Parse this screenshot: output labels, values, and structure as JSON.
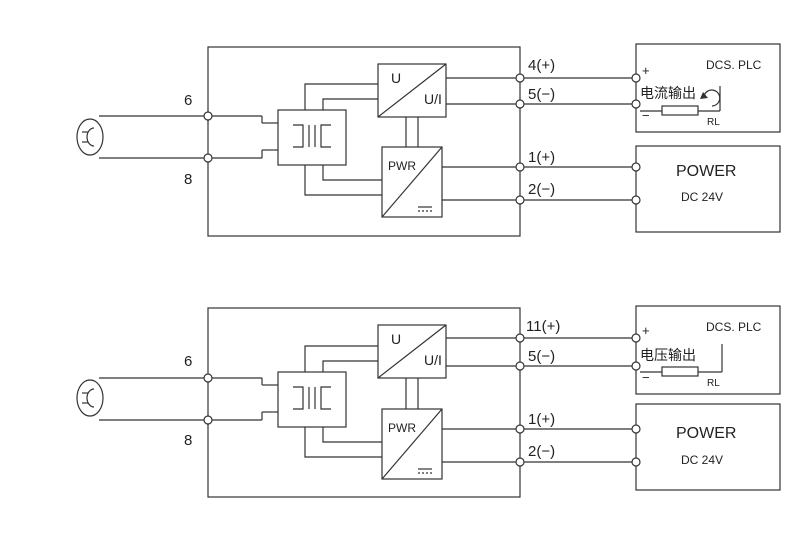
{
  "colors": {
    "stroke": "#333333",
    "text": "#222222",
    "background": "#ffffff"
  },
  "diagrams": [
    {
      "terminal_left_top": "6",
      "terminal_left_bottom": "8",
      "converter_u": "U",
      "converter_ui": "U/I",
      "power_block": "PWR",
      "out_plus": "4(+)",
      "out_minus": "5(−)",
      "pwr_plus": "1(+)",
      "pwr_minus": "2(−)",
      "dcs_title": "DCS. PLC",
      "dcs_plus": "+",
      "dcs_minus": "−",
      "dcs_output_label": "电流输出",
      "load_label": "RL",
      "power_title": "POWER",
      "power_voltage": "DC  24V"
    },
    {
      "terminal_left_top": "6",
      "terminal_left_bottom": "8",
      "converter_u": "U",
      "converter_ui": "U/I",
      "power_block": "PWR",
      "out_plus": "11(+)",
      "out_minus": "5(−)",
      "pwr_plus": "1(+)",
      "pwr_minus": "2(−)",
      "dcs_title": "DCS. PLC",
      "dcs_plus": "+",
      "dcs_minus": "−",
      "dcs_output_label": "电压输出",
      "load_label": "RL",
      "power_title": "POWER",
      "power_voltage": "DC  24V"
    }
  ]
}
